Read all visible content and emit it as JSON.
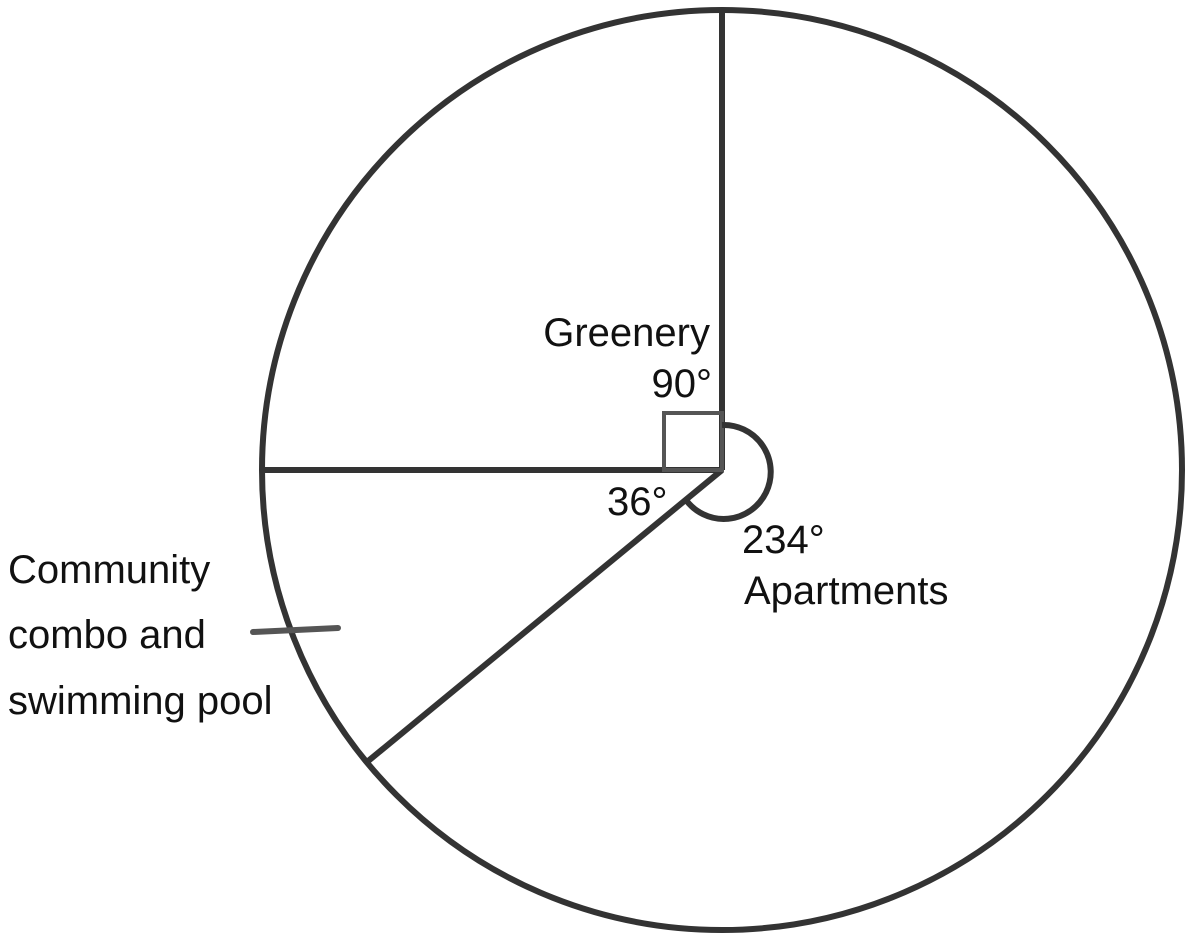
{
  "diagram": {
    "type": "pie",
    "stroke_color": "#333333",
    "sectors": [
      {
        "name": "Greenery",
        "angle_label": "90°",
        "angle": 90
      },
      {
        "name": "Community combo and swimming pool",
        "angle_label": "36°",
        "angle": 36
      },
      {
        "name": "Apartments",
        "angle_label": "234°",
        "angle": 234
      }
    ],
    "labels": {
      "greenery": "Greenery",
      "greenery_angle": "90°",
      "community_line1": "Community",
      "community_line2": "combo and",
      "community_line3": "swimming pool",
      "community_angle": "36°",
      "apartments_angle": "234°",
      "apartments": "Apartments"
    }
  },
  "chart_data": {
    "type": "pie",
    "title": "",
    "categories": [
      "Greenery",
      "Community combo and swimming pool",
      "Apartments"
    ],
    "values": [
      90,
      36,
      234
    ],
    "unit": "degrees"
  }
}
